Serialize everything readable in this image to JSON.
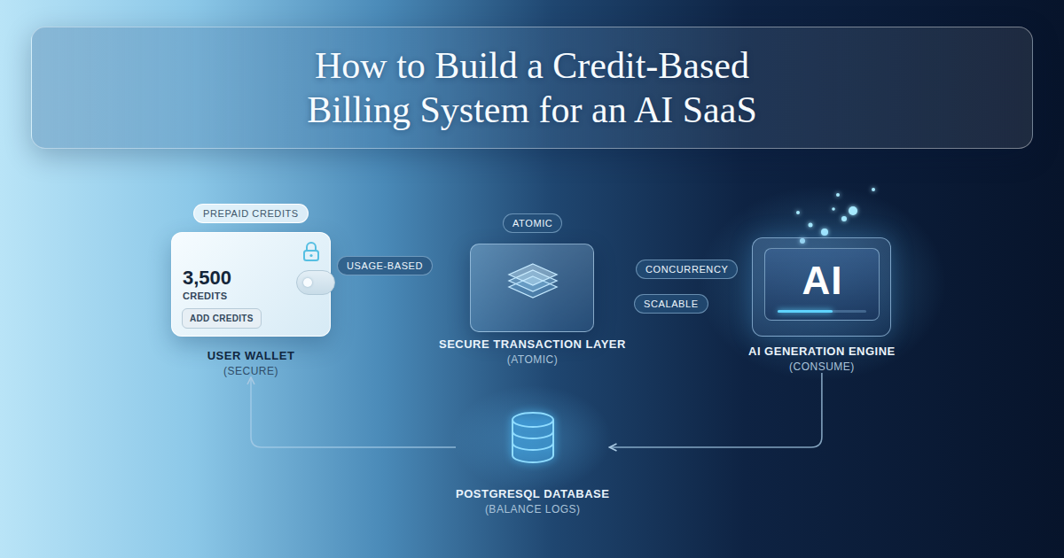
{
  "diagram": {
    "title": "How to Build a Credit-Based Billing System for an AI SaaS",
    "nodes": [
      {
        "text": [
          "3,500",
          "CREDITS",
          "USER WALLET",
          "(SECURE)"
        ]
      },
      {
        "text": [
          "ADD CREDITS"
        ],
        "in": 0
      },
      {
        "text": [
          "SECURE TRANSACTION LAYER",
          "(ATOMIC)"
        ]
      },
      {
        "text": [
          "AI",
          "AI GENERATION ENGINE",
          "(CONSUME)"
        ]
      },
      {
        "text": [
          "POSTGRESQL DATABASE",
          "(BALANCE LOGS)"
        ]
      }
    ],
    "edges": [
      {
        "from": 0,
        "to": 2,
        "arrow": "to",
        "label": "USAGE-BASED"
      },
      {
        "from": 2,
        "to": 3,
        "arrow": "to",
        "label": "CONCURRENCY"
      },
      {
        "from": 3,
        "to": 4,
        "arrow": "to"
      },
      {
        "from": 4,
        "to": 0,
        "arrow": "to"
      }
    ],
    "labels": [
      "PREPAID CREDITS",
      "ATOMIC",
      "SCALABLE"
    ]
  }
}
